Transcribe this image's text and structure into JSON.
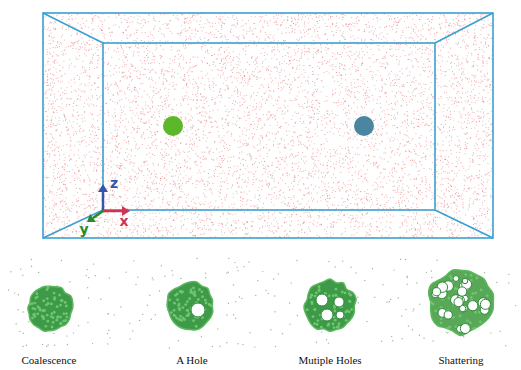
{
  "diagram": {
    "labels": [
      "z",
      "y",
      "x",
      "Coalescence",
      "A Hole",
      "Mutiple Holes",
      "Shattering"
    ]
  }
}
